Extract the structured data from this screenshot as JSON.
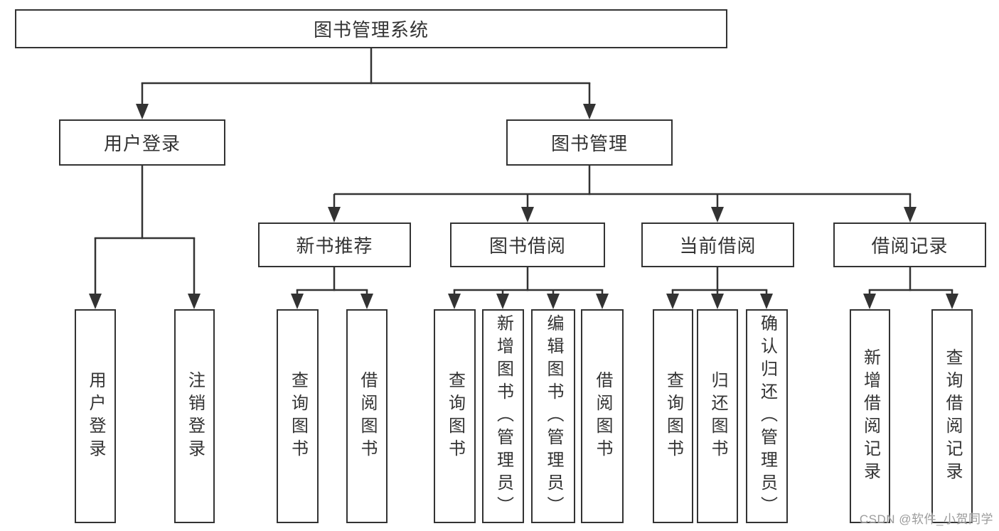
{
  "diagram": {
    "title": "图书管理系统",
    "branches": [
      {
        "label": "用户登录",
        "children": [
          {
            "label": "用户登录"
          },
          {
            "label": "注销登录"
          }
        ]
      },
      {
        "label": "图书管理",
        "children": [
          {
            "label": "新书推荐",
            "children": [
              {
                "label": "查询图书"
              },
              {
                "label": "借阅图书"
              }
            ]
          },
          {
            "label": "图书借阅",
            "children": [
              {
                "label": "查询图书"
              },
              {
                "label": "新增图书（管理员）"
              },
              {
                "label": "编辑图书（管理员）"
              },
              {
                "label": "借阅图书"
              }
            ]
          },
          {
            "label": "当前借阅",
            "children": [
              {
                "label": "查询图书"
              },
              {
                "label": "归还图书"
              },
              {
                "label": "确认归还（管理员）"
              }
            ]
          },
          {
            "label": "借阅记录",
            "children": [
              {
                "label": "新增借阅记录"
              },
              {
                "label": "查询借阅记录"
              }
            ]
          }
        ]
      }
    ]
  },
  "watermark": {
    "text": "CSDN @软件_小贺同学"
  },
  "colors": {
    "line": "#333333",
    "box_border": "#333333",
    "text": "#333333",
    "watermark_text": "#9b9b9b",
    "background": "#ffffff"
  }
}
